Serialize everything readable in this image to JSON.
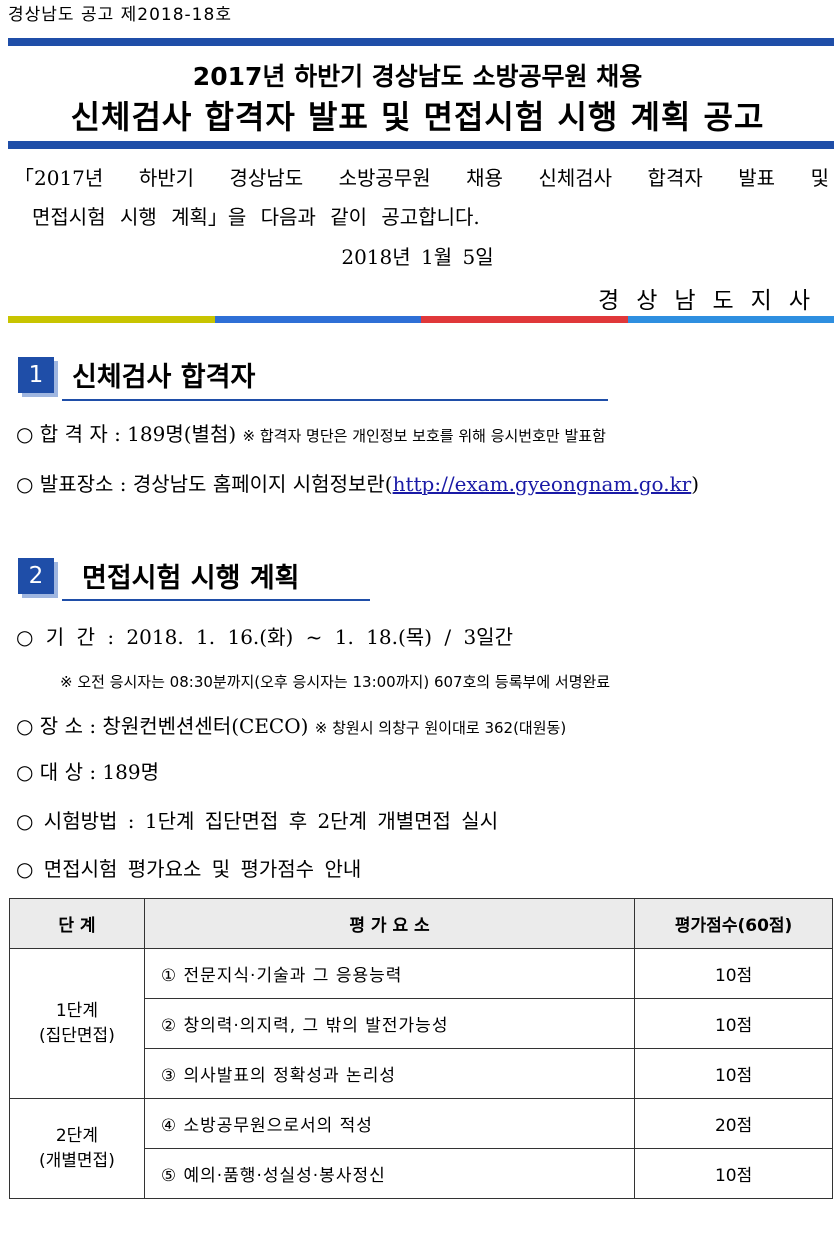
{
  "header": {
    "notice_no": "경상남도 공고 제2018-18호",
    "title_line1": "2017년 하반기 경상남도 소방공무원 채용",
    "title_line2": "신체검사 합격자 발표 및 면접시험 시행 계획 공고"
  },
  "intro": {
    "line1_words": [
      "「2017년",
      "하반기",
      "경상남도",
      "소방공무원",
      "채용",
      "신체검사",
      "합격자",
      "발표",
      "및"
    ],
    "line2": "면접시험 시행 계획」을 다음과 같이 공고합니다.",
    "date": "2018년 1월 5일",
    "issuer": "경상남도지사"
  },
  "colors": {
    "blue": "#1f4ea8",
    "bar": [
      "#c8c400",
      "#2e6fd6",
      "#e0383a",
      "#2e8fe0"
    ]
  },
  "section1": {
    "number": "1",
    "title": "신체검사 합격자",
    "items": [
      {
        "label": "○ 합 격 자 : 189명(별첨)",
        "note": "※ 합격자 명단은 개인정보 보호를 위해 응시번호만 발표함"
      },
      {
        "label": "○ 발표장소 : 경상남도 홈페이지 시험정보란(",
        "link": "http://exam.gyeongnam.go.kr",
        "suffix": ")"
      }
    ]
  },
  "section2": {
    "number": "2",
    "title": "면접시험 시행 계획",
    "period": "○ 기 간 : 2018. 1. 16.(화) ~ 1. 18.(목) / 3일간",
    "period_note": "※ 오전 응시자는 08:30분까지(오후 응시자는 13:00까지) 607호의 등록부에 서명완료",
    "place": "○ 장 소 : 창원컨벤션센터(CECO)",
    "place_note": "※ 창원시 의창구 원이대로 362(대원동)",
    "target": "○ 대 상 : 189명",
    "method": "○ 시험방법 : 1단계 집단면접 후 2단계 개별면접 실시",
    "table_intro": "○ 면접시험 평가요소 및 평가점수 안내"
  },
  "table": {
    "headers": [
      "단 계",
      "평 가 요 소",
      "평가점수(60점)"
    ],
    "stage1": [
      "1단계",
      "(집단면접)"
    ],
    "stage2": [
      "2단계",
      "(개별면접)"
    ],
    "rows": [
      {
        "criterion": "① 전문지식·기술과 그 응용능력",
        "score": "10점"
      },
      {
        "criterion": "② 창의력·의지력, 그 밖의 발전가능성",
        "score": "10점"
      },
      {
        "criterion": "③ 의사발표의 정확성과 논리성",
        "score": "10점"
      },
      {
        "criterion": "④ 소방공무원으로서의 적성",
        "score": "20점"
      },
      {
        "criterion": "⑤ 예의·품행·성실성·봉사정신",
        "score": "10점"
      }
    ]
  }
}
